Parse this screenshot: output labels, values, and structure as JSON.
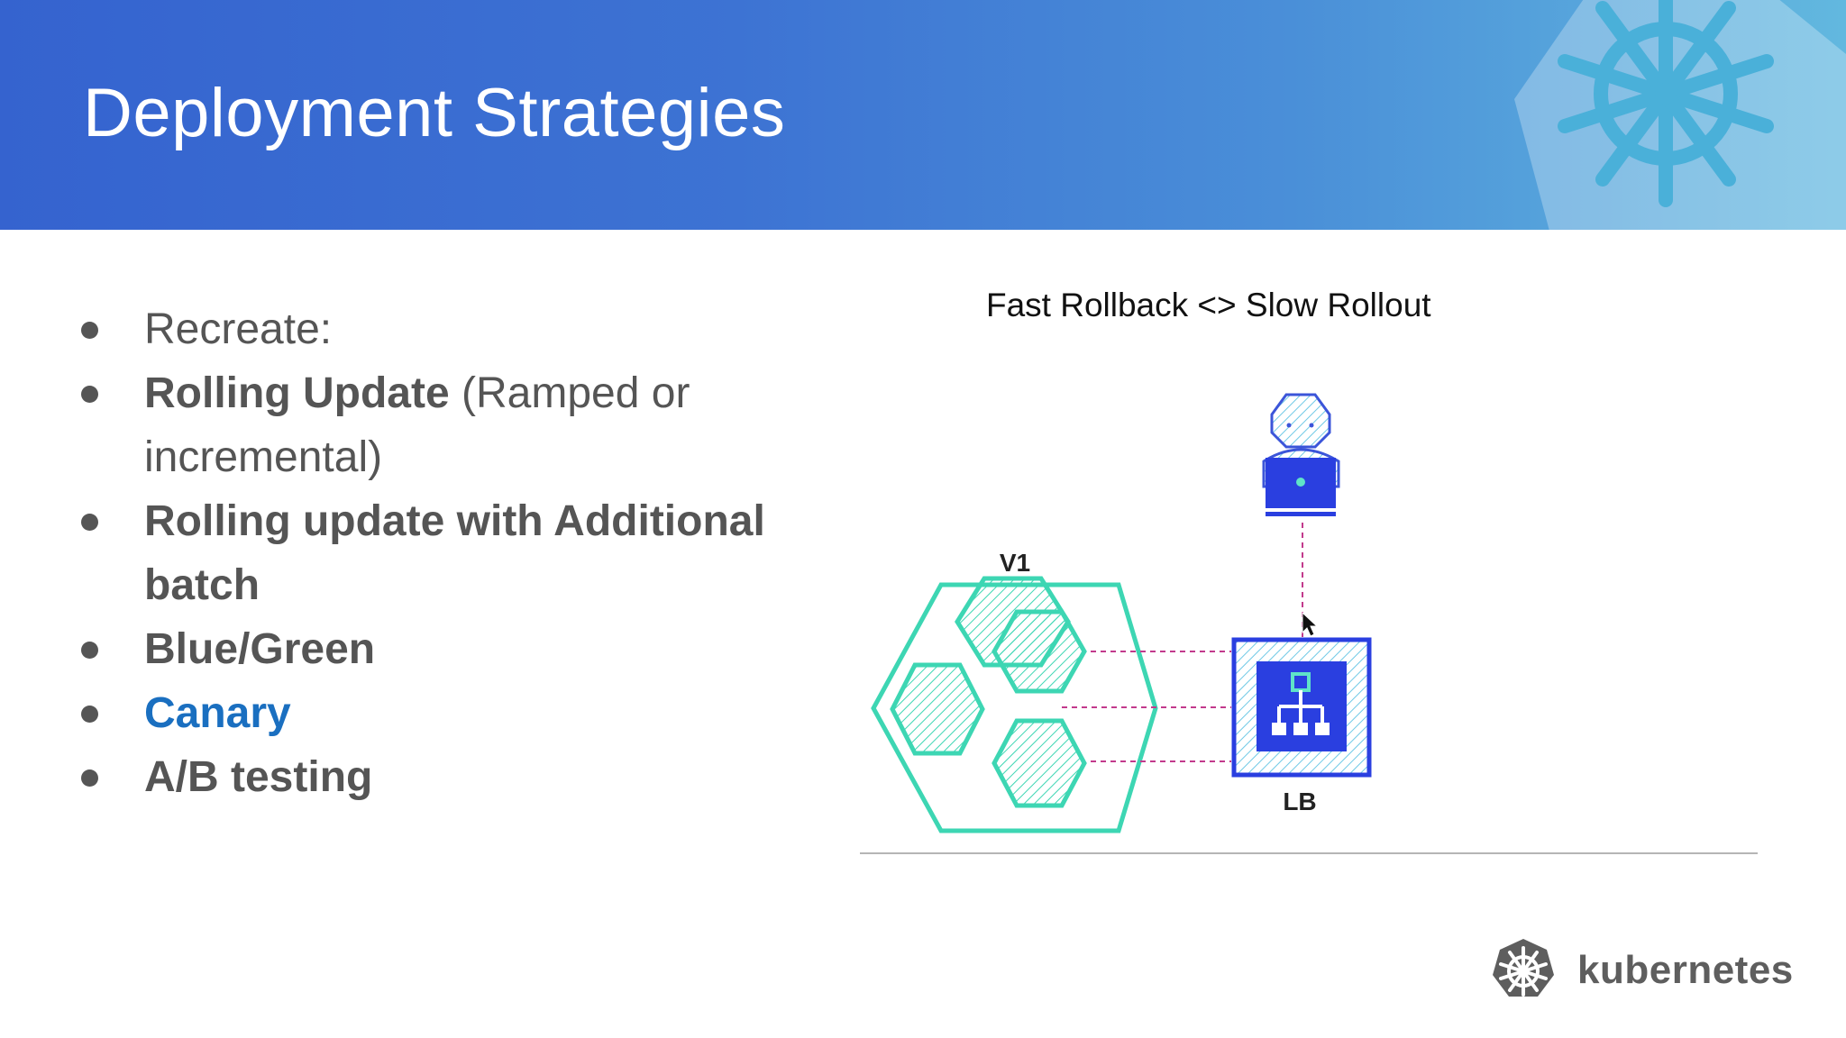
{
  "slide": {
    "title": "Deployment Strategies",
    "bullets": [
      {
        "text": "Recreate:"
      },
      {
        "bold": "Rolling Update",
        "text": " (Ramped or incremental)"
      },
      {
        "bold": "Rolling update with Additional batch"
      },
      {
        "bold": "Blue/Green"
      },
      {
        "bold": "Canary"
      },
      {
        "bold": "A/B testing"
      }
    ]
  },
  "diagram": {
    "caption": "Fast Rollback <> Slow Rollout",
    "v1_label": "V1",
    "lb_label": "LB"
  },
  "footer": {
    "brand": "kubernetes"
  },
  "colors": {
    "header_start": "#3563cf",
    "header_end": "#62b8df",
    "teal": "#3dd6b3",
    "lb_blue": "#2a3fe0",
    "user_blue": "#3b55d9",
    "canary": "#1a6fc0",
    "bullet_text": "#555555",
    "dashed_link": "#c23a8c"
  },
  "icons": [
    "kubernetes-helm-icon",
    "user-laptop-icon",
    "load-balancer-icon",
    "mouse-cursor-icon"
  ]
}
